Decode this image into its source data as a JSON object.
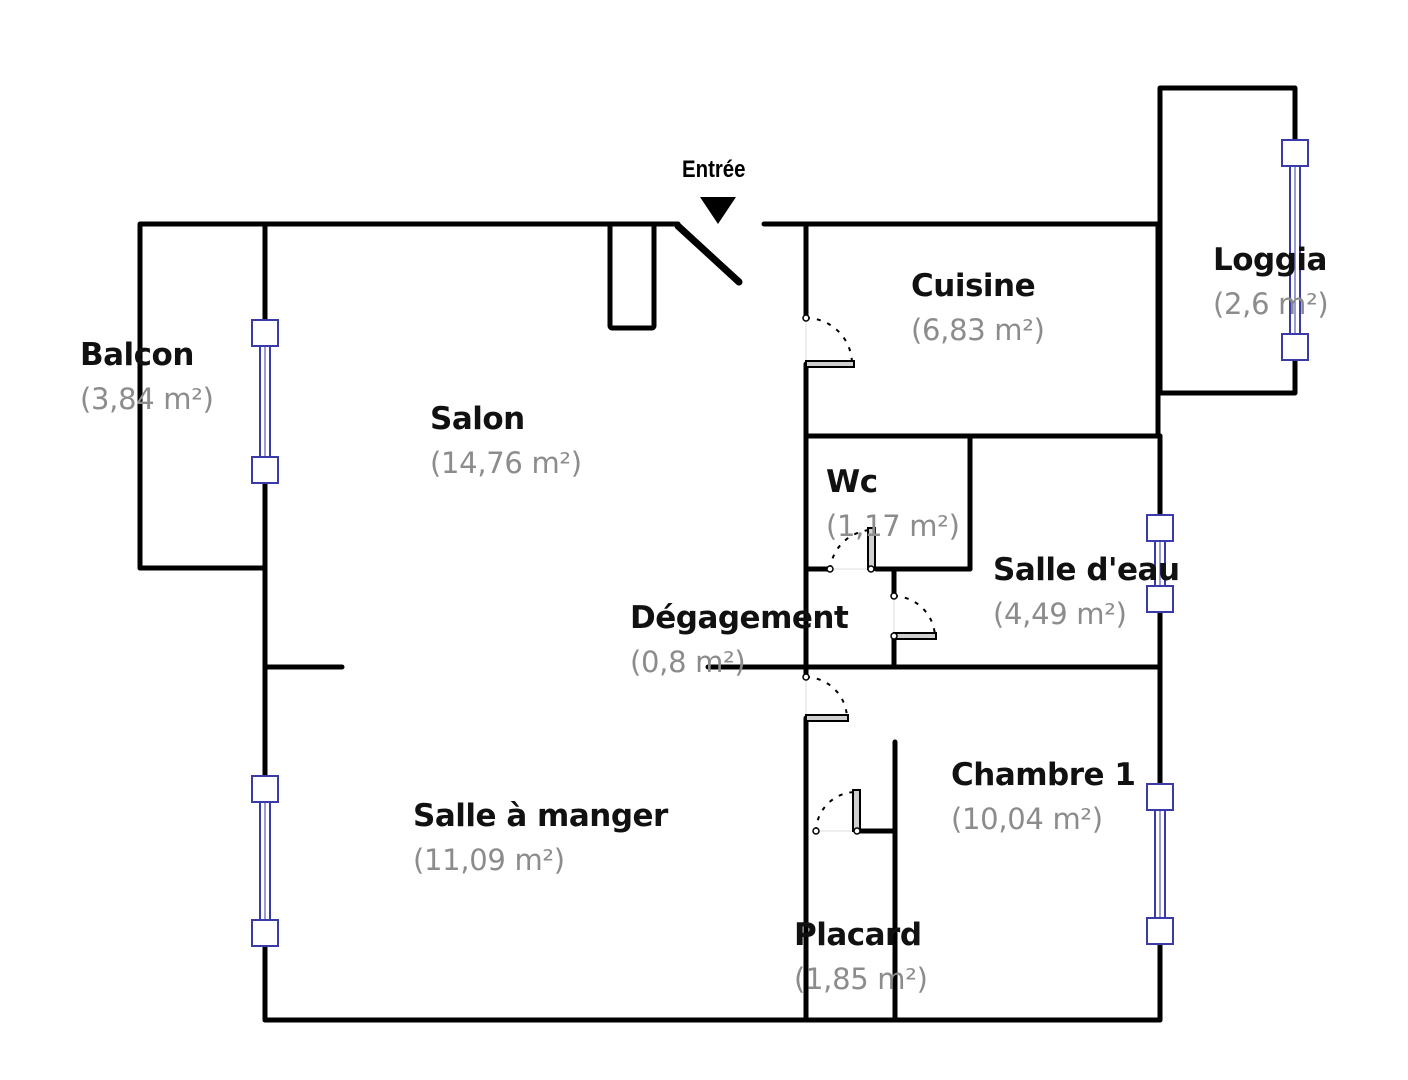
{
  "plan": {
    "entrance": {
      "label": "Entrée",
      "icon": "down-triangle-icon"
    },
    "rooms": [
      {
        "id": "balcon",
        "name": "Balcon",
        "area": "(3,84 m²)"
      },
      {
        "id": "salon",
        "name": "Salon",
        "area": "(14,76 m²)"
      },
      {
        "id": "cuisine",
        "name": "Cuisine",
        "area": "(6,83 m²)"
      },
      {
        "id": "loggia",
        "name": "Loggia",
        "area": "(2,6 m²)"
      },
      {
        "id": "wc",
        "name": "Wc",
        "area": "(1,17 m²)"
      },
      {
        "id": "salle-deau",
        "name": "Salle d'eau",
        "area": "(4,49 m²)"
      },
      {
        "id": "degagement",
        "name": "Dégagement",
        "area": "(0,8 m²)"
      },
      {
        "id": "salle-a-manger",
        "name": "Salle à manger",
        "area": "(11,09 m²)"
      },
      {
        "id": "chambre-1",
        "name": "Chambre 1",
        "area": "(10,04 m²)"
      },
      {
        "id": "placard",
        "name": "Placard",
        "area": "(1,85 m²)"
      }
    ],
    "colors": {
      "wall": "#000000",
      "window": "#3a3aa8",
      "area_text": "#8c8c8c",
      "name_text": "#111111"
    }
  }
}
